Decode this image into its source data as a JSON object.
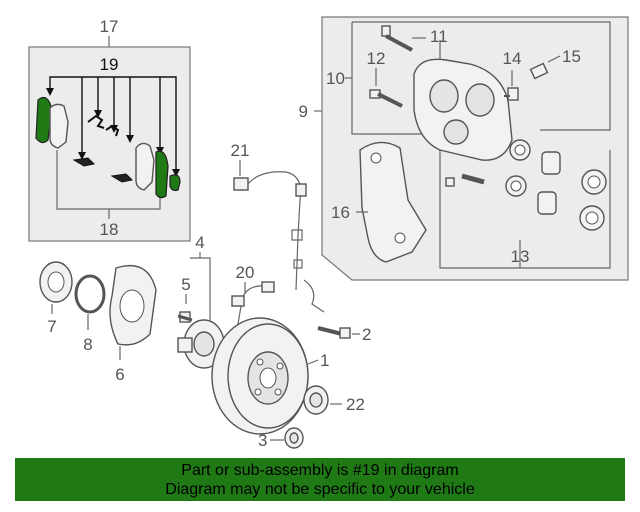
{
  "callouts": {
    "c1": "1",
    "c2": "2",
    "c3": "3",
    "c4": "4",
    "c5": "5",
    "c6": "6",
    "c7": "7",
    "c8": "8",
    "c9": "9",
    "c10": "10",
    "c11": "11",
    "c12": "12",
    "c13": "13",
    "c14": "14",
    "c15": "15",
    "c16": "16",
    "c17": "17",
    "c18": "18",
    "c19": "19",
    "c20": "20",
    "c21": "21",
    "c22": "22"
  },
  "highlight": {
    "part": "19",
    "color": "#1f7a16"
  },
  "banner": {
    "line1": "Part or sub-assembly is #19 in diagram",
    "line2": "Diagram may not be specific to your vehicle",
    "background": "#1f7a16"
  }
}
